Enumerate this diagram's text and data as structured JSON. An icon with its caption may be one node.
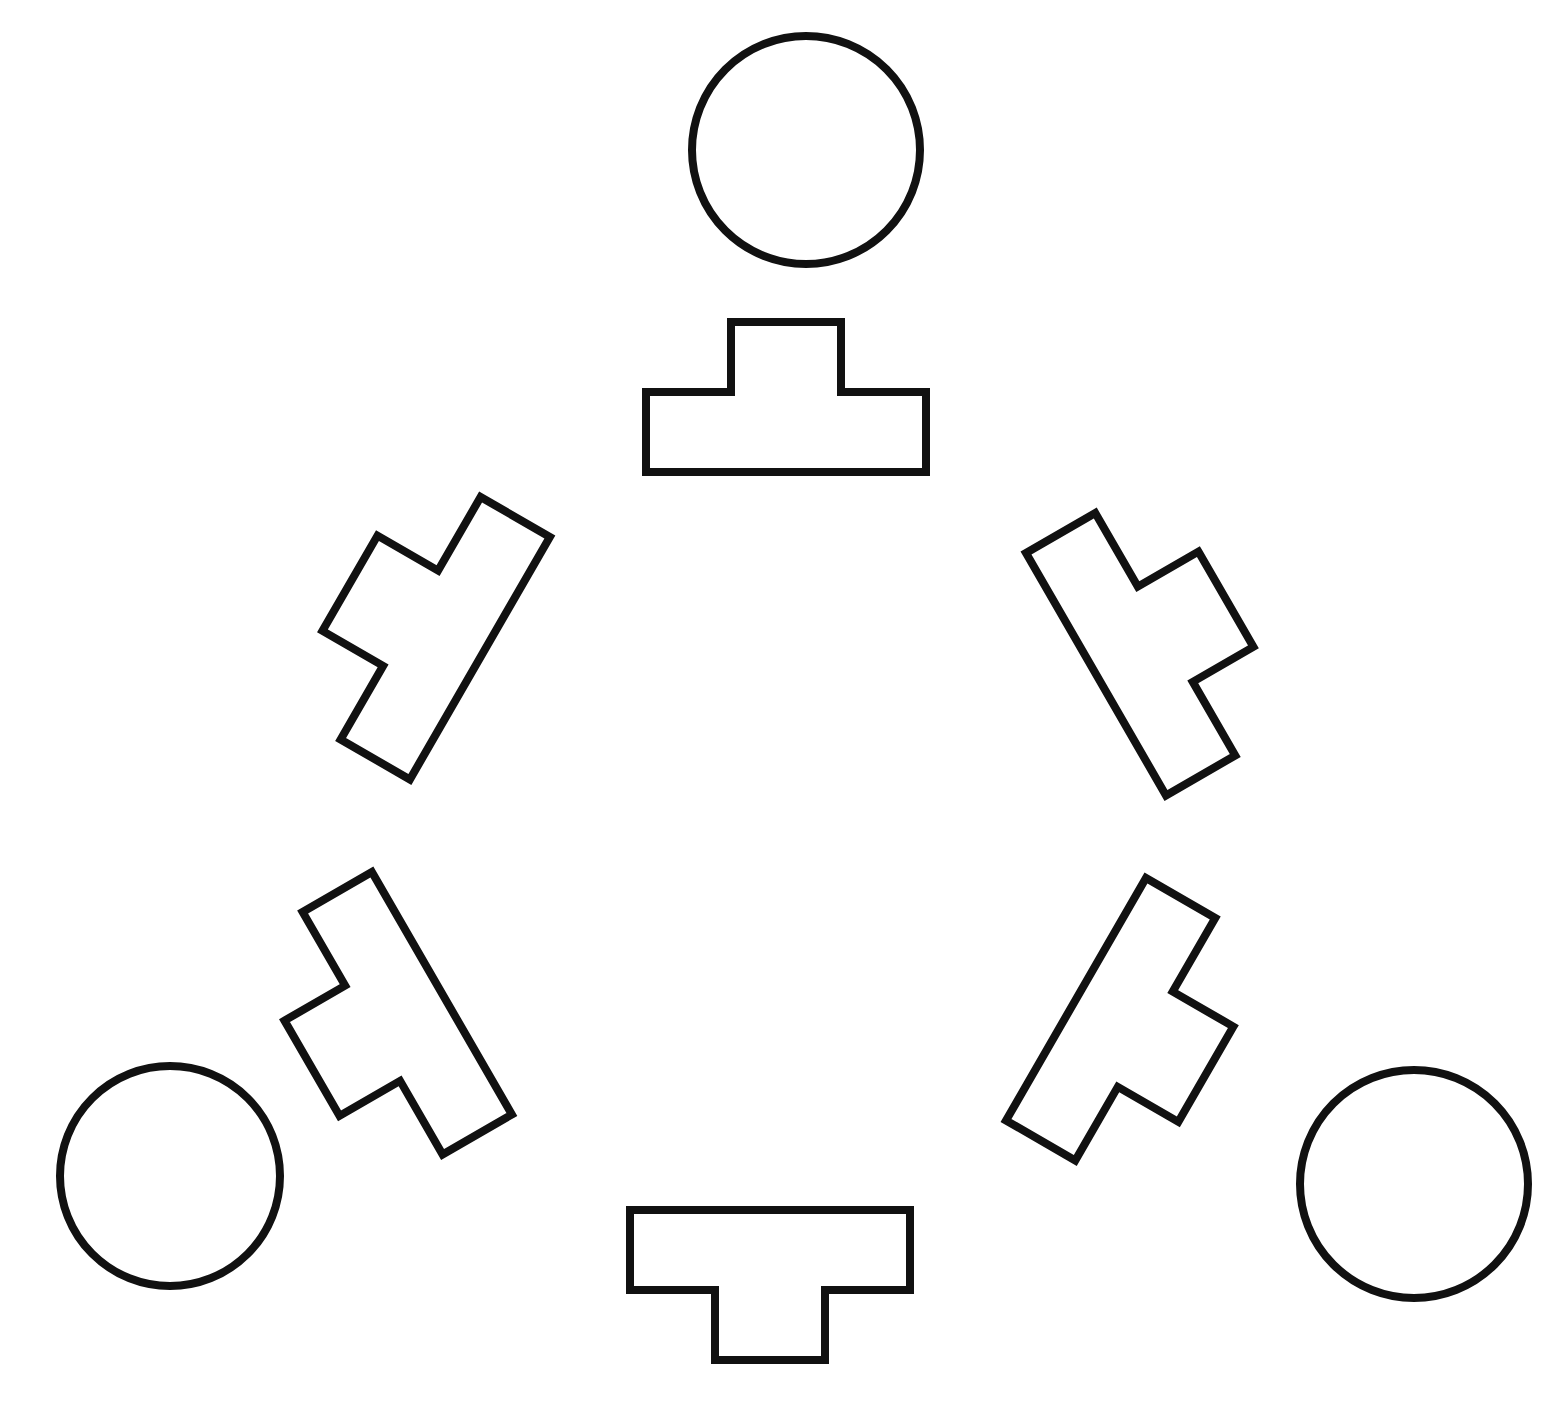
{
  "diagram": {
    "nodes": [
      {
        "text": [],
        "shape": "circle"
      },
      {
        "text": [],
        "shape": "tee"
      },
      {
        "text": [],
        "shape": "tee"
      },
      {
        "text": [],
        "shape": "tee"
      },
      {
        "text": [],
        "shape": "tee"
      },
      {
        "text": [],
        "shape": "tee"
      },
      {
        "text": [],
        "shape": "circle"
      },
      {
        "text": [],
        "shape": "tee"
      },
      {
        "text": [],
        "shape": "circle"
      }
    ]
  }
}
